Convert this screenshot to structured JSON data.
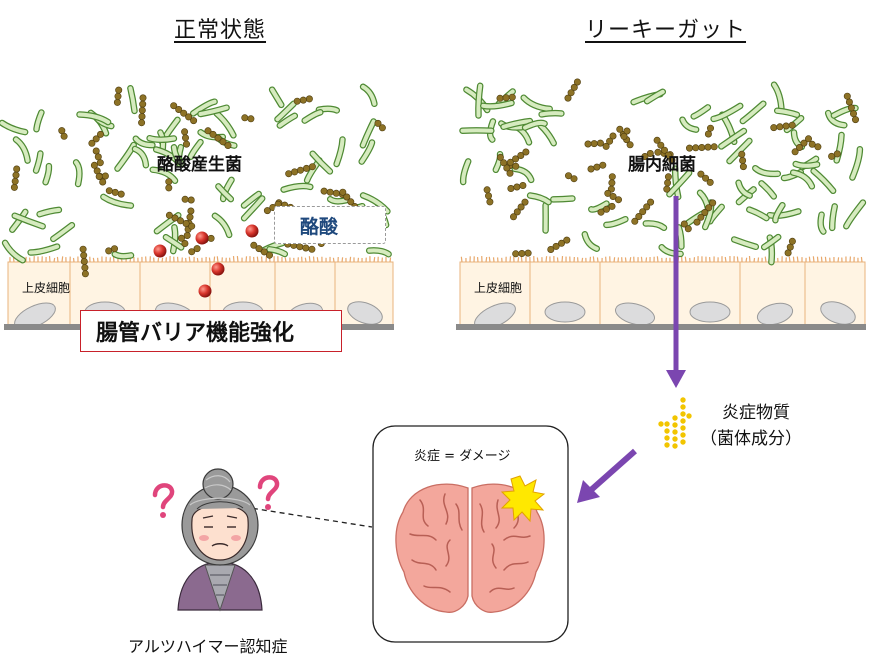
{
  "titles": {
    "normal": "正常状態",
    "leaky": "リーキーガット"
  },
  "left_panel": {
    "bacteria_label": "酪酸産生菌",
    "acid_label": "酪酸",
    "epithelium_label": "上皮細胞",
    "barrier_label": "腸管バリア機能強化"
  },
  "right_panel": {
    "bacteria_label": "腸内細菌",
    "epithelium_label": "上皮細胞",
    "inflammatory_label": "炎症物質",
    "inflammatory_sub": "（菌体成分）"
  },
  "brain": {
    "caption": "炎症 = ダメージ"
  },
  "person": {
    "caption": "アルツハイマー認知症"
  },
  "colors": {
    "bacteria_rod_fill": "#d6ebbf",
    "bacteria_rod_stroke": "#4f8a34",
    "bacteria_coccus": "#8d7226",
    "butyrate_sphere": "#c8312f",
    "epithelium": "#fff4e3",
    "epithelium_stroke": "#e8a86b",
    "nucleus": "#d9dadc",
    "basement": "#8a8a8a",
    "arrow": "#7b46b0",
    "acid_text": "#1f497d",
    "barrier_border": "#c8212a",
    "brain": "#f3a79c",
    "particles": "#f2c500",
    "star": "#ffe800",
    "question_mark": "#e0457c"
  },
  "icons": [
    "question-mark-icon",
    "explosion-star-icon",
    "particle-icon"
  ]
}
